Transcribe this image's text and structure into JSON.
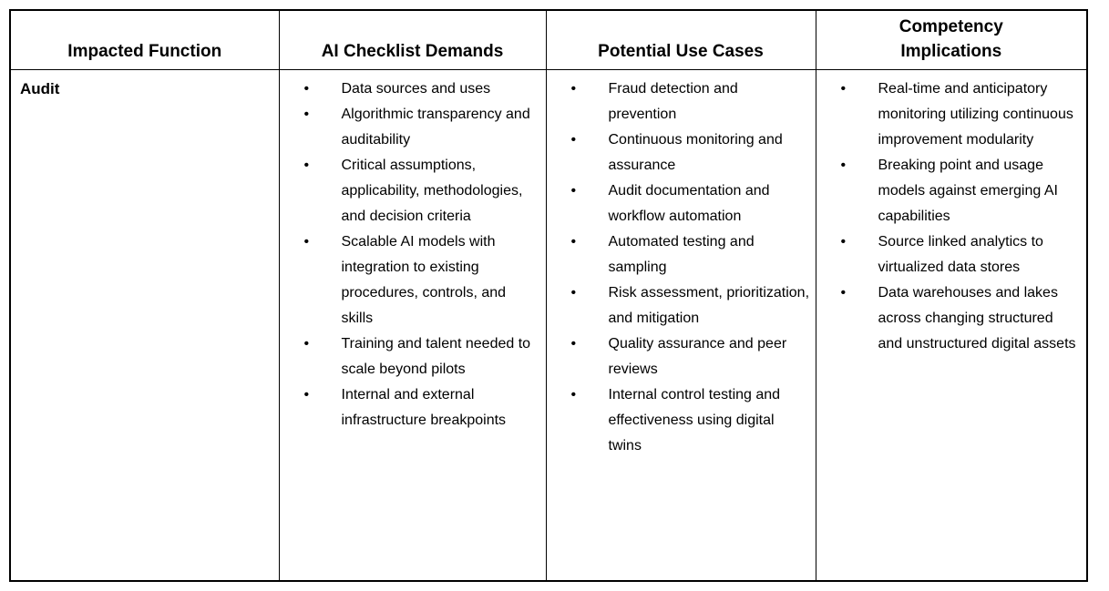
{
  "colors": {
    "border": "#000000",
    "text": "#000000",
    "background": "#ffffff"
  },
  "table": {
    "bullet_glyph": "•",
    "headers": [
      "Impacted Function",
      "AI Checklist Demands",
      "Potential Use Cases",
      "Competency Implications"
    ],
    "row": {
      "function": "Audit",
      "ai_checklist_demands": [
        "Data sources and uses",
        "Algorithmic transparency and auditability",
        "Critical assumptions, applicability, methodologies, and decision criteria",
        "Scalable AI models with integration to existing procedures, controls, and skills",
        "Training and talent needed to scale beyond pilots",
        "Internal and external infrastructure breakpoints"
      ],
      "potential_use_cases": [
        "Fraud detection and prevention",
        "Continuous monitoring and assurance",
        "Audit documentation and workflow automation",
        "Automated testing and sampling",
        "Risk assessment, prioritization, and mitigation",
        "Quality assurance and peer reviews",
        "Internal control testing and effectiveness using digital twins"
      ],
      "competency_implications": [
        "Real-time and anticipatory monitoring utilizing continuous improvement modularity",
        "Breaking point and usage models against emerging AI capabilities",
        "Source linked analytics to virtualized data stores",
        "Data warehouses and lakes across changing structured and unstructured digital assets"
      ]
    }
  }
}
